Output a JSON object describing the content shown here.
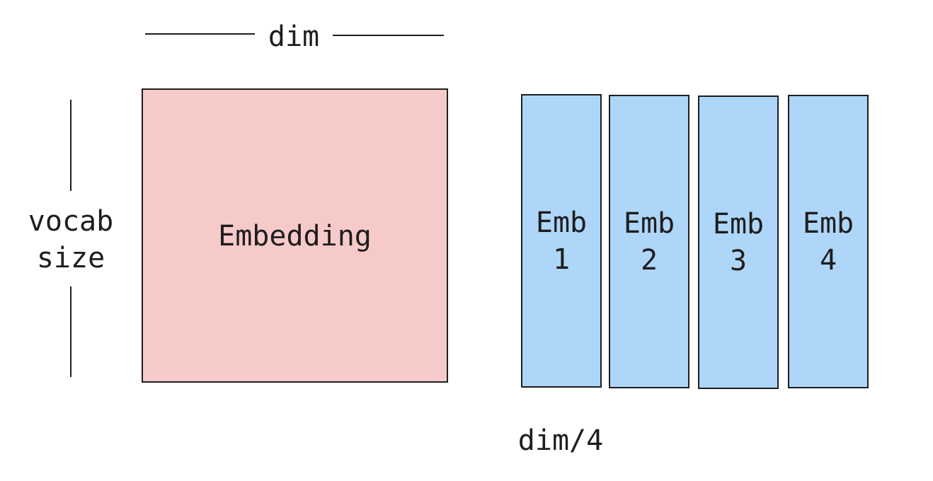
{
  "labels": {
    "dim": "dim",
    "vocab_size": [
      "vocab",
      "size"
    ],
    "dim_quarter": "dim/4"
  },
  "embedding": {
    "label": "Embedding",
    "fill": "#f7caca",
    "stroke": "#1e1e1e"
  },
  "parts": {
    "fill": "#aed6f8",
    "stroke": "#1e1e1e",
    "items": [
      {
        "line1": "Emb",
        "line2": "1"
      },
      {
        "line1": "Emb",
        "line2": "2"
      },
      {
        "line1": "Emb",
        "line2": "3"
      },
      {
        "line1": "Emb",
        "line2": "4"
      }
    ]
  }
}
